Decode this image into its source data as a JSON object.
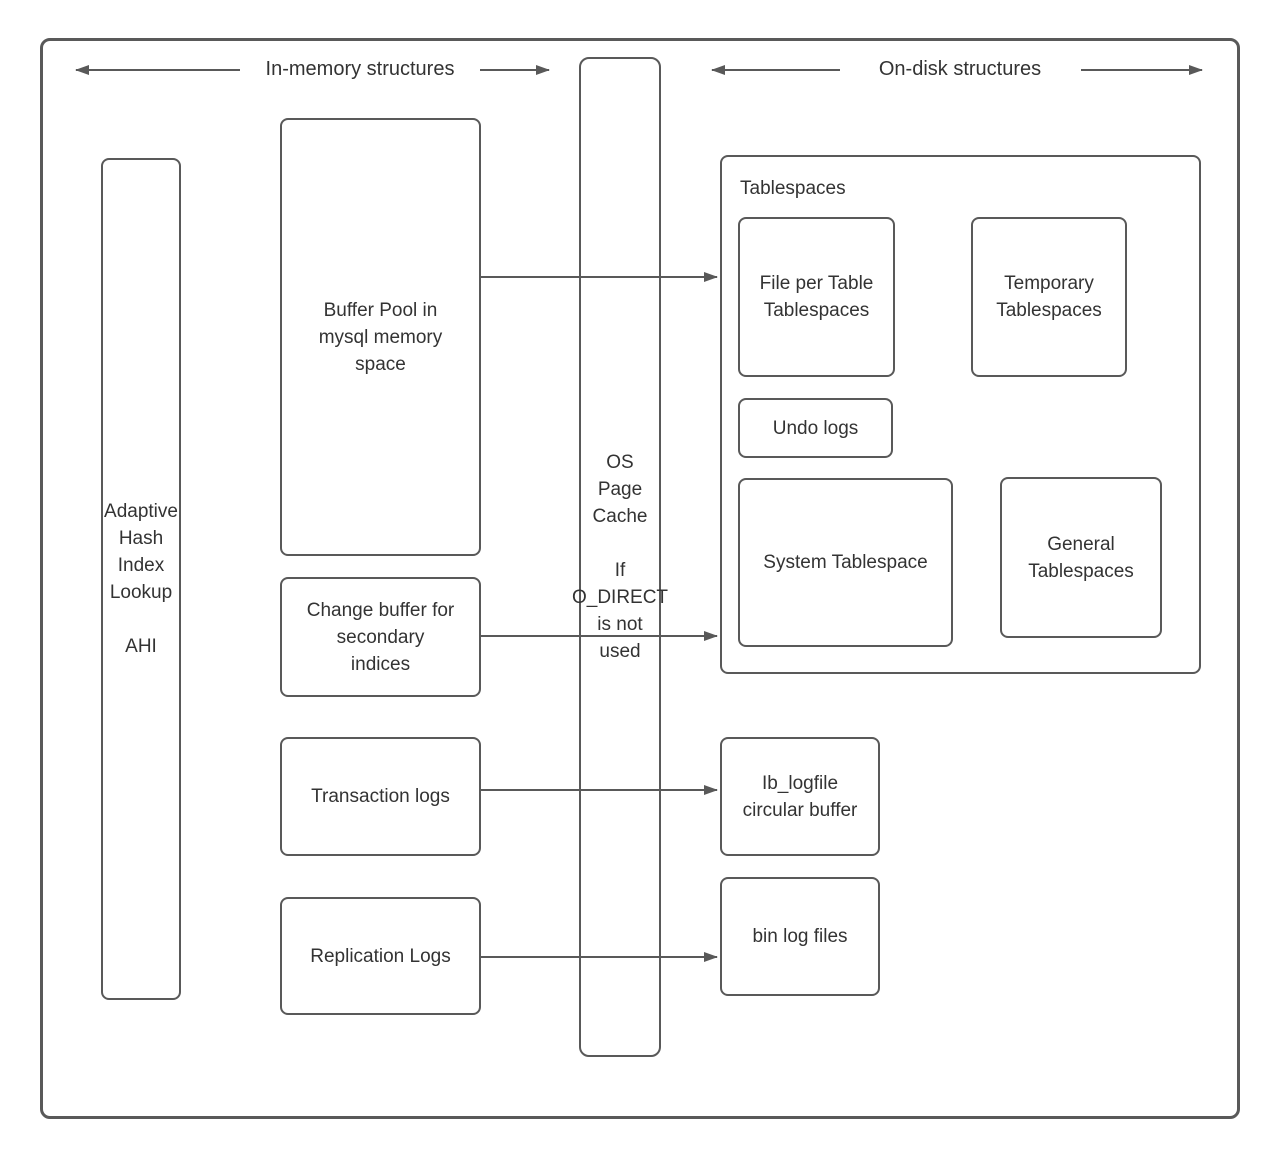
{
  "header": {
    "in_memory_label": "In-memory structures",
    "on_disk_label": "On-disk structures"
  },
  "in_memory": {
    "adaptive_hash_index": "Adaptive\nHash\nIndex\nLookup\n\nAHI",
    "buffer_pool": "Buffer Pool in\nmysql memory\nspace",
    "change_buffer": "Change buffer for\nsecondary\nindices",
    "transaction_logs": "Transaction logs",
    "replication_logs": "Replication Logs"
  },
  "os_page_cache": "OS\nPage\nCache\n\nIf\nO_DIRECT\nis not\nused",
  "on_disk": {
    "tablespaces_label": "Tablespaces",
    "file_per_table": "File per Table\nTablespaces",
    "temporary_tablespaces": "Temporary\nTablespaces",
    "undo_logs": "Undo logs",
    "system_tablespace": "System Tablespace",
    "general_tablespaces": "General\nTablespaces",
    "ib_logfile": "Ib_logfile\ncircular buffer",
    "bin_log_files": "bin log files"
  },
  "colors": {
    "stroke": "#595959",
    "text": "#333333",
    "background": "#ffffff"
  }
}
